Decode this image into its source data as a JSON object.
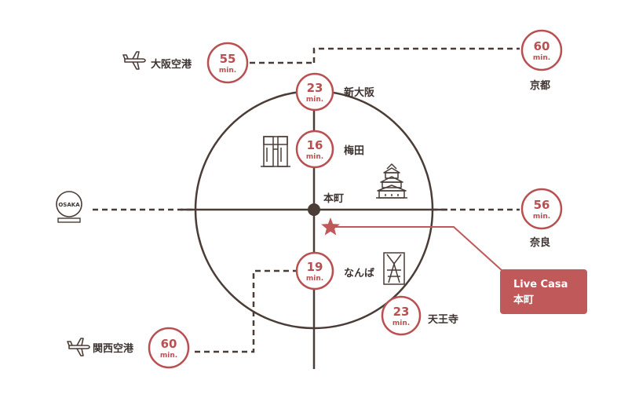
{
  "colors": {
    "line": "#4a3c36",
    "accent": "#b94f51",
    "accent_fill": "#c0595a",
    "text": "#3d3330"
  },
  "stations": {
    "shin_osaka": {
      "label": "新大阪",
      "minutes": "23",
      "unit": "min."
    },
    "umeda": {
      "label": "梅田",
      "minutes": "16",
      "unit": "min."
    },
    "honmachi": {
      "label": "本町"
    },
    "namba": {
      "label": "なんば",
      "minutes": "19",
      "unit": "min."
    },
    "tennoji": {
      "label": "天王寺",
      "minutes": "23",
      "unit": "min."
    },
    "itami_airport": {
      "label": "大阪空港",
      "minutes": "55",
      "unit": "min."
    },
    "kyoto": {
      "label": "京都",
      "minutes": "60",
      "unit": "min."
    },
    "nara": {
      "label": "奈良",
      "minutes": "56",
      "unit": "min."
    },
    "kansai_airport": {
      "label": "関西空港",
      "minutes": "60",
      "unit": "min."
    }
  },
  "property": {
    "line1": "Live Casa",
    "line2": "本町"
  },
  "osaka_logo": {
    "text": "OSAKA"
  },
  "icons": [
    "airplane-icon",
    "umeda-sky-building-icon",
    "osaka-castle-icon",
    "osaka-wheel-icon",
    "tsutenkaku-tower-icon",
    "star-icon"
  ]
}
